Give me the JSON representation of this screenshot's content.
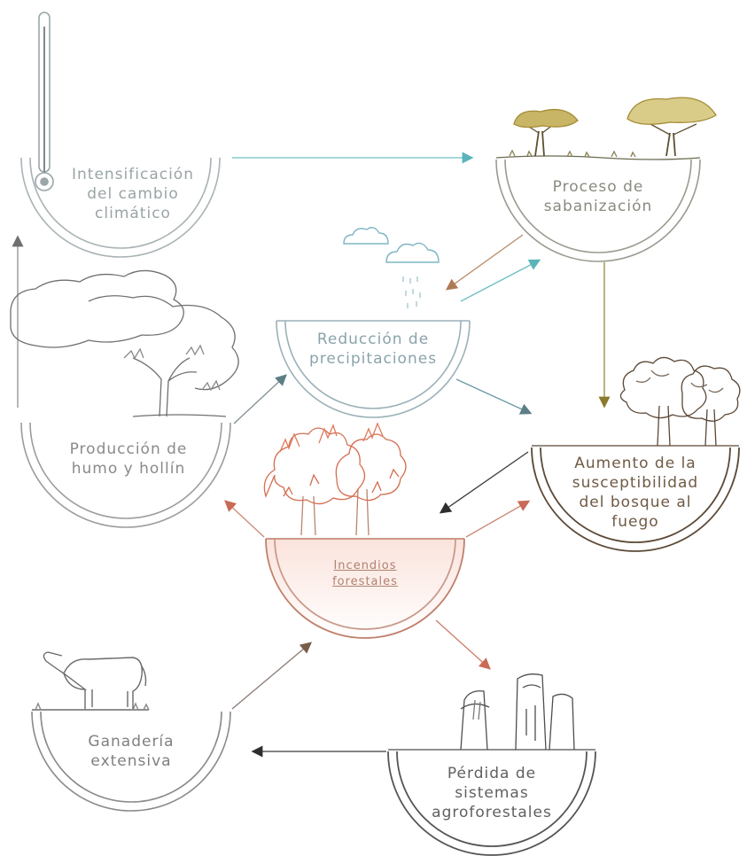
{
  "nodes": {
    "climate_change": {
      "label": "Intensificación\ndel cambio\nclimático",
      "color": "#9aa4a6"
    },
    "savannization": {
      "label": "Proceso de\nsabanización",
      "color": "#8a8a80"
    },
    "precipitation": {
      "label": "Reducción de\nprecipitaciones",
      "color": "#8aa3ab"
    },
    "smoke": {
      "label": "Producción de\nhumo y hollín",
      "color": "#8a8a8a"
    },
    "susceptibility": {
      "label": "Aumento de la\nsusceptibilidad\ndel bosque al\nfuego",
      "color": "#6f5a44"
    },
    "fires": {
      "label": "Incendios\nforestales",
      "color": "#b0826f"
    },
    "livestock": {
      "label": "Ganadería\nextensiva",
      "color": "#7f7f7f"
    },
    "agroforestry": {
      "label": "Pérdida de\nsistemas\nagroforestales",
      "color": "#606060"
    }
  },
  "colors": {
    "teal": "#5ab4b9",
    "orange": "#c8844e",
    "olive": "#8b7a2a",
    "dark": "#2e2e2e",
    "red": "#c86a56",
    "brown": "#7a5c4a",
    "gray": "#7a7a7a",
    "fire": "#d86c4f",
    "savanna_tree": "#a38b34"
  },
  "icons": [
    "thermometer-icon",
    "savanna-trees-icon",
    "clouds-rain-icon",
    "smoke-tree-icon",
    "dry-forest-icon",
    "burning-trees-icon",
    "cattle-icon",
    "cut-trees-icon"
  ]
}
